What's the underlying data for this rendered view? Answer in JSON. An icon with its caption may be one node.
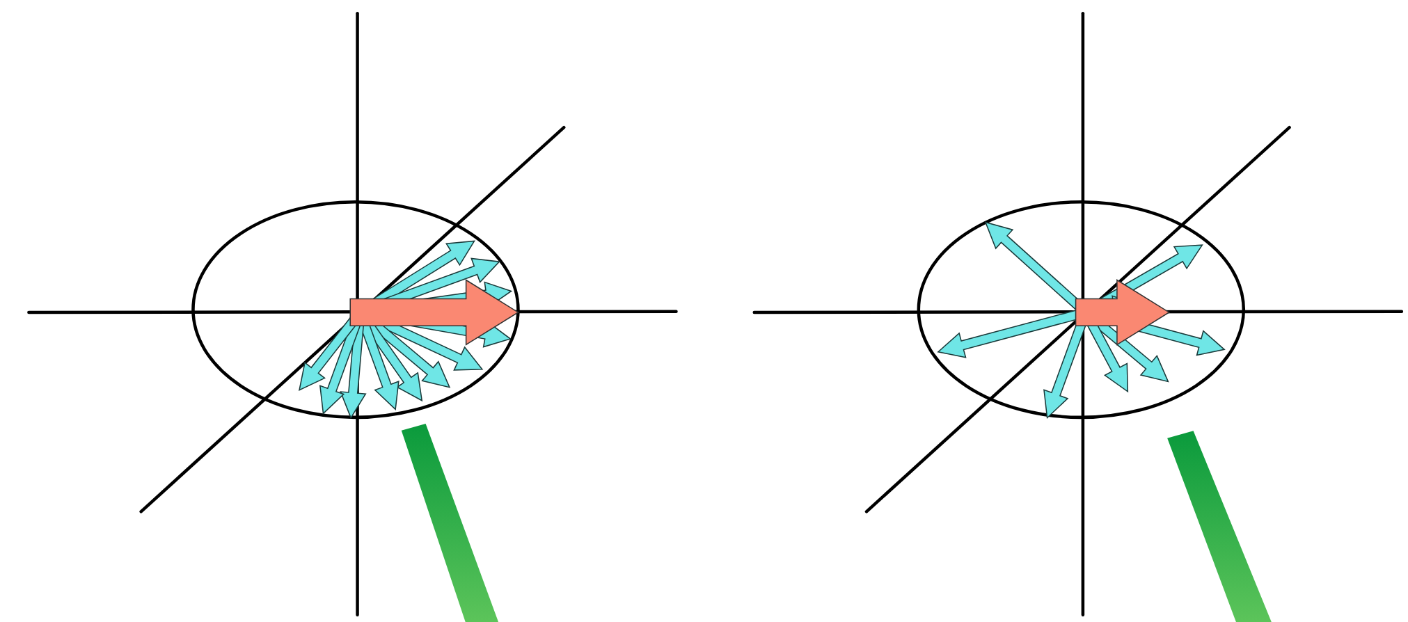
{
  "diagram": {
    "nodes": [
      {
        "text": [],
        "shape": "ellipse"
      },
      {
        "text": [],
        "shape": "bar"
      },
      {
        "text": [],
        "shape": "ellipse"
      },
      {
        "text": [],
        "shape": "bar"
      }
    ]
  }
}
